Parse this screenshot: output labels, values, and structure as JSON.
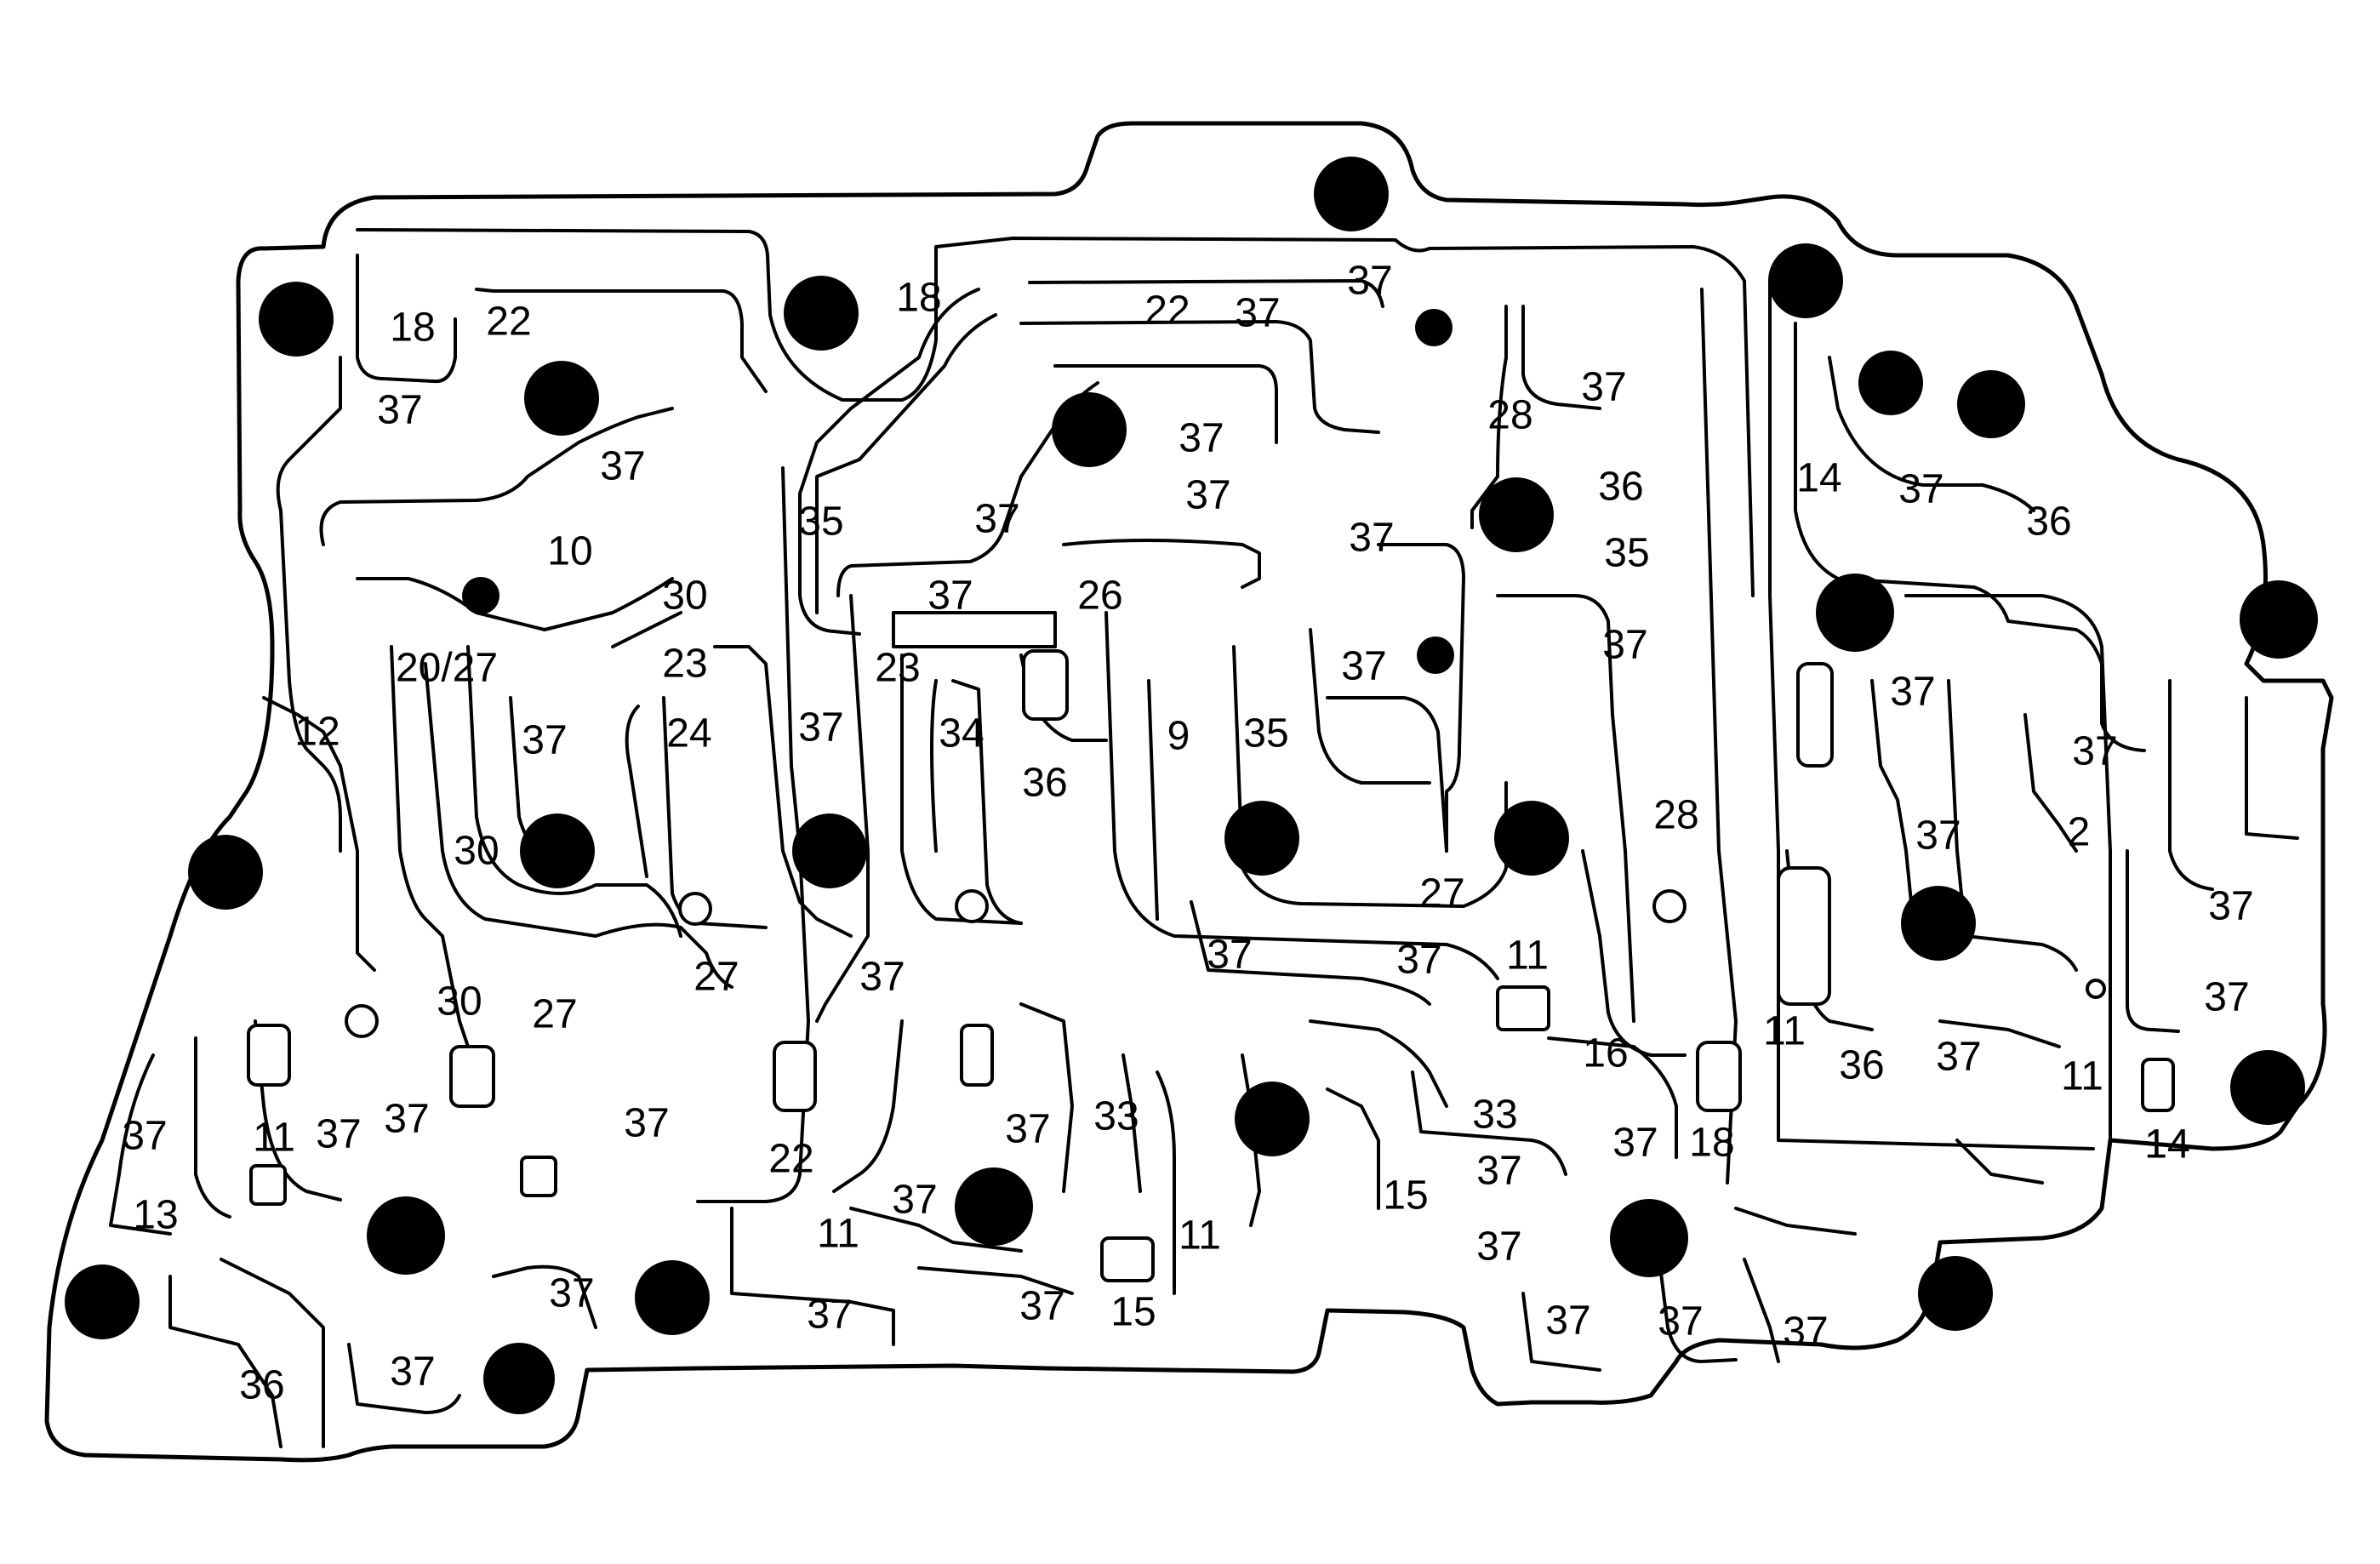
{
  "labels": [
    "18",
    "22",
    "18",
    "22",
    "37",
    "37",
    "37",
    "10",
    "30",
    "20/27",
    "23",
    "12",
    "37",
    "24",
    "30",
    "35",
    "37",
    "37",
    "37",
    "23",
    "37",
    "34",
    "36",
    "26",
    "37",
    "37",
    "9",
    "35",
    "37",
    "37",
    "28",
    "37",
    "36",
    "35",
    "37",
    "37",
    "27",
    "37",
    "30",
    "27",
    "27",
    "37",
    "37",
    "37",
    "11",
    "16",
    "11",
    "37",
    "37",
    "13",
    "37",
    "37",
    "22",
    "37",
    "33",
    "37",
    "33",
    "37",
    "15",
    "11",
    "11",
    "37",
    "37",
    "15",
    "37",
    "37",
    "36",
    "37",
    "37",
    "37",
    "18",
    "14",
    "37",
    "36",
    "37",
    "37",
    "2",
    "37",
    "11",
    "36",
    "37",
    "11",
    "37",
    "37",
    "14",
    "28",
    "14"
  ]
}
